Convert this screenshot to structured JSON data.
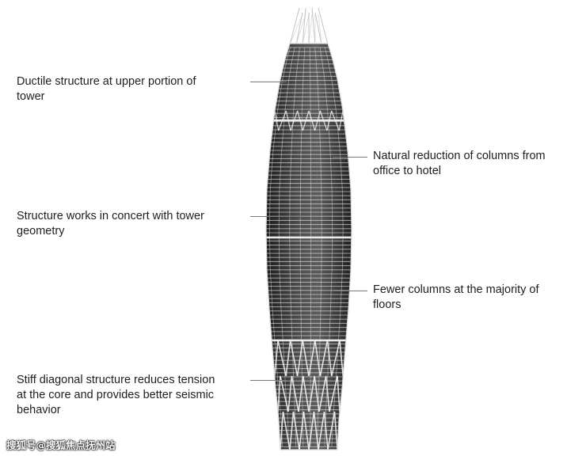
{
  "annotations": {
    "upper_ductile": {
      "line1": "Ductile structure at upper portion of",
      "line2": "tower"
    },
    "natural_reduction": {
      "line1": "Natural reduction of columns from",
      "line2": "office to hotel"
    },
    "works_in_concert": {
      "line1": "Structure works in concert with tower",
      "line2": "geometry"
    },
    "fewer_columns": {
      "line1": "Fewer columns at the majority of",
      "line2": "floors"
    },
    "stiff_diagonal": {
      "line1": "Stiff diagonal structure reduces tension",
      "line2": "at the core and provides better seismic",
      "line3": "behavior"
    }
  },
  "watermark": "搜狐号@搜狐焦点抚州站",
  "colors": {
    "tower_dark": "#2a2a2a",
    "tower_mid": "#6a6a6a",
    "structure_white": "#f2f2f2",
    "text": "#1e1e1e",
    "leader_line": "#7a7a7a"
  }
}
